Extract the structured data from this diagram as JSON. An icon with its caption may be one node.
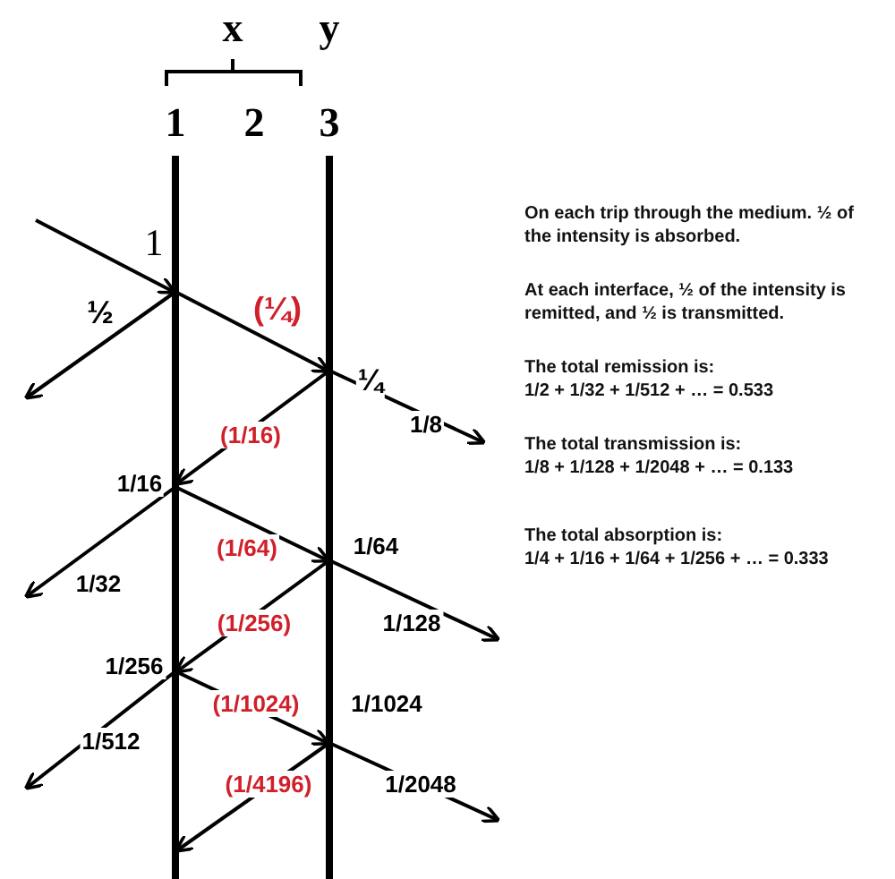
{
  "diagram": {
    "labels": [
      "x",
      "y",
      "1",
      "2",
      "3",
      "1",
      "½",
      "(¼)",
      "¼",
      "(1/16)",
      "1/8",
      "1/16",
      "(1/64)",
      "1/64",
      "1/32",
      "(1/256)",
      "1/128",
      "1/256",
      "(1/1024)",
      "1/1024",
      "1/512",
      "(1/4196)",
      "1/2048",
      "On each trip through the medium. ½ of the intensity is absorbed.",
      "At each interface, ½ of the intensity is remitted, and ½ is transmitted.",
      "The total remission is:",
      "1/2 + 1/32 + 1/512 + … = 0.533",
      "The total transmission is:",
      "1/8 + 1/128 + 1/2048 + … = 0.133",
      "The total absorption is:",
      "1/4 + 1/16 + 1/64 + 1/256 + … = 0.333"
    ]
  }
}
